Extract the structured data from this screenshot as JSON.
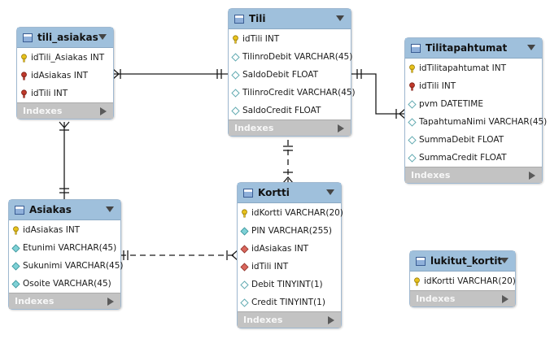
{
  "diagram": {
    "indexes_label": "Indexes",
    "tables": [
      {
        "name": "tili_asiakas",
        "columns": [
          {
            "text": "idTili_Asiakas INT",
            "kind": "pk"
          },
          {
            "text": "idAsiakas INT",
            "kind": "fk"
          },
          {
            "text": "idTili INT",
            "kind": "fk"
          }
        ]
      },
      {
        "name": "Tili",
        "columns": [
          {
            "text": "idTili INT",
            "kind": "pk"
          },
          {
            "text": "TilinroDebit VARCHAR(45)",
            "kind": "col"
          },
          {
            "text": "SaldoDebit FLOAT",
            "kind": "col"
          },
          {
            "text": "TilinroCredit VARCHAR(45)",
            "kind": "col"
          },
          {
            "text": "SaldoCredit FLOAT",
            "kind": "col"
          }
        ]
      },
      {
        "name": "Tilitapahtumat",
        "columns": [
          {
            "text": "idTilitapahtumat INT",
            "kind": "pk"
          },
          {
            "text": "idTili INT",
            "kind": "fk"
          },
          {
            "text": "pvm DATETIME",
            "kind": "col"
          },
          {
            "text": "TapahtumaNimi VARCHAR(45)",
            "kind": "col"
          },
          {
            "text": "SummaDebit FLOAT",
            "kind": "col"
          },
          {
            "text": "SummaCredit FLOAT",
            "kind": "col"
          }
        ]
      },
      {
        "name": "Asiakas",
        "columns": [
          {
            "text": "idAsiakas INT",
            "kind": "pk"
          },
          {
            "text": "Etunimi VARCHAR(45)",
            "kind": "nn"
          },
          {
            "text": "Sukunimi VARCHAR(45)",
            "kind": "nn"
          },
          {
            "text": "Osoite VARCHAR(45)",
            "kind": "nn"
          }
        ]
      },
      {
        "name": "Kortti",
        "columns": [
          {
            "text": "idKortti VARCHAR(20)",
            "kind": "pk"
          },
          {
            "text": "PIN VARCHAR(255)",
            "kind": "nn"
          },
          {
            "text": "idAsiakas INT",
            "kind": "fkd"
          },
          {
            "text": "idTili INT",
            "kind": "fkd"
          },
          {
            "text": "Debit TINYINT(1)",
            "kind": "col"
          },
          {
            "text": "Credit TINYINT(1)",
            "kind": "col"
          }
        ]
      },
      {
        "name": "lukitut_kortit",
        "columns": [
          {
            "text": "idKortti VARCHAR(20)",
            "kind": "pk"
          }
        ]
      }
    ],
    "colors": {
      "header": "#9fc0dc",
      "footer": "#c3c3c3",
      "key": "#e8c21c",
      "fk": "#c0392b",
      "column": "#7fd1d6"
    }
  }
}
